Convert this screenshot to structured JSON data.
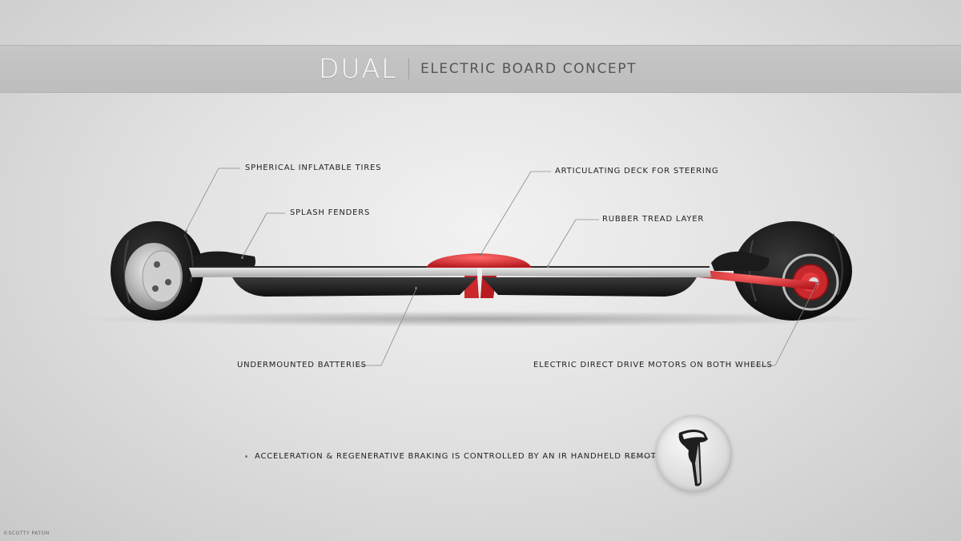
{
  "header": {
    "logo_text": "DUAL",
    "title": "ELECTRIC BOARD CONCEPT"
  },
  "callouts": {
    "tires": "SPHERICAL INFLATABLE TIRES",
    "fenders": "SPLASH FENDERS",
    "deck": "ARTICULATING DECK FOR STEERING",
    "tread": "RUBBER TREAD LAYER",
    "batteries": "UNDERMOUNTED BATTERIES",
    "motors": "ELECTRIC DIRECT DRIVE MOTORS ON BOTH WHEELS",
    "remote": "ACCELERATION & REGENERATIVE BRAKING IS CONTROLLED BY AN IR HANDHELD REMOTE"
  },
  "footer": {
    "credit": "©SCOTTY PATON"
  },
  "colors": {
    "accent_red": "#d8262b",
    "tire_black": "#1e1e1e",
    "banner_gray": "#c2c2c2"
  }
}
